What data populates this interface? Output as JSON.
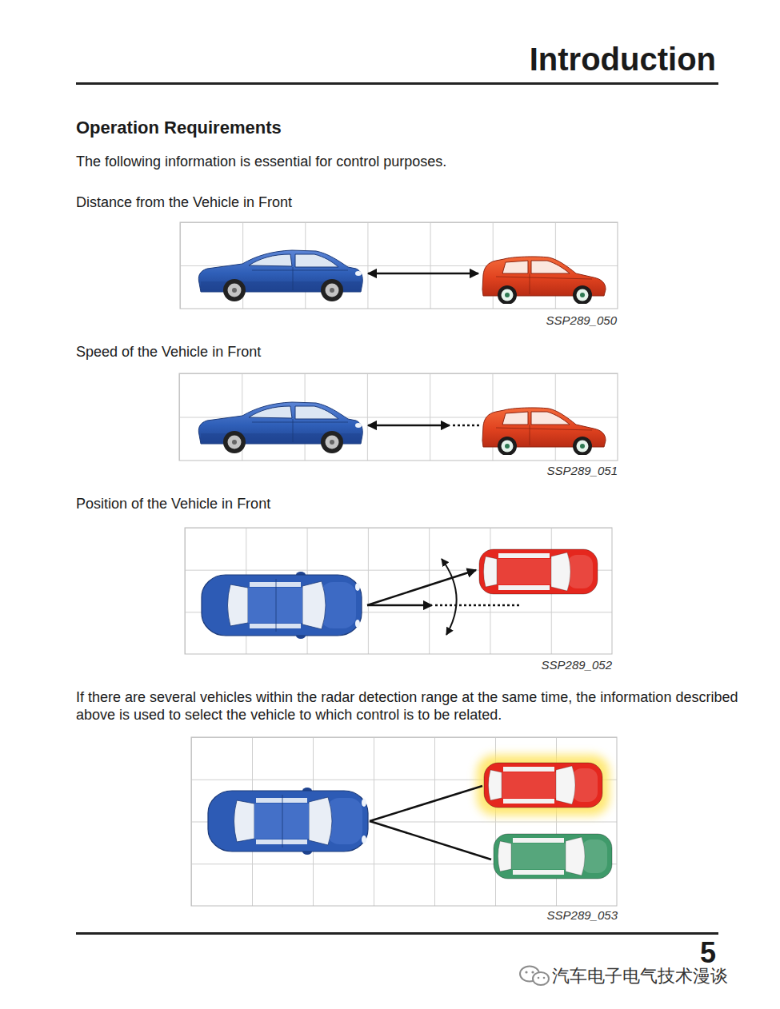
{
  "diagram": {
    "title": "Introduction",
    "labels": [
      "Operation Requirements",
      "The following information is essential for control purposes.",
      "Distance from the Vehicle in Front",
      "SSP289_050",
      "Speed of the Vehicle in Front",
      "SSP289_051",
      "Position of the Vehicle in Front",
      "SSP289_052",
      "If there are several vehicles within the radar detection range at the same time, the information described above is used to select the vehicle to which control is to be related.",
      "SSP289_053",
      "5",
      "汽车电子电气技术漫谈"
    ]
  }
}
